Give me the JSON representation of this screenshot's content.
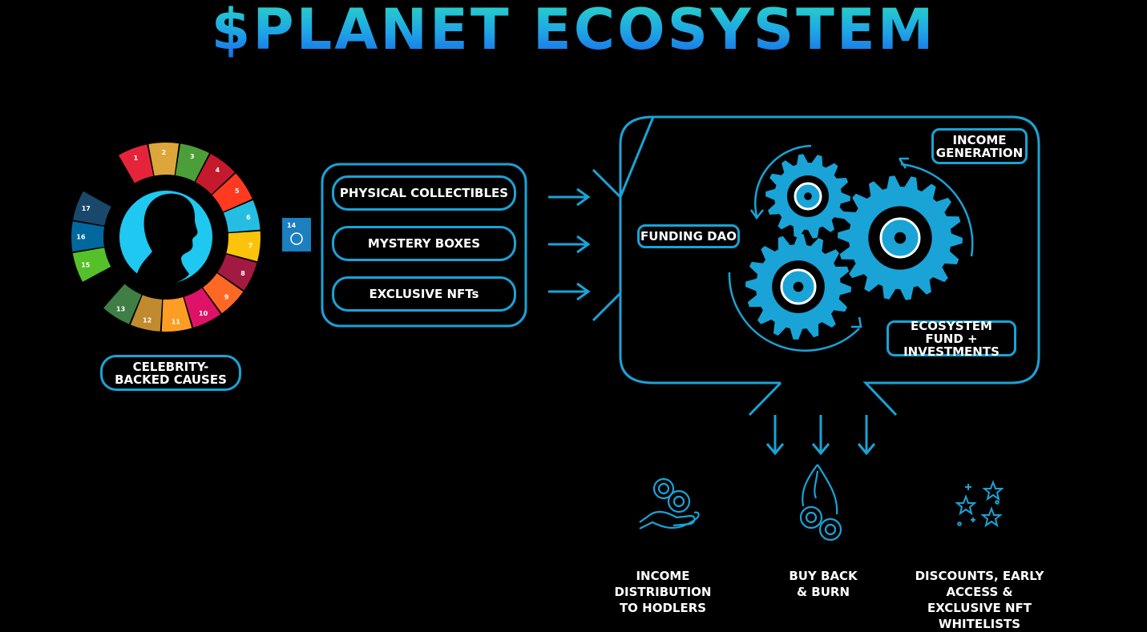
{
  "title": "$PLANET ECOSYSTEM",
  "causes_label": "CELEBRITY-BACKED CAUSES",
  "products": [
    "PHYSICAL COLLECTIBLES",
    "MYSTERY BOXES",
    "EXCLUSIVE NFTs"
  ],
  "funding_dao": "FUNDING DAO",
  "income_generation": "INCOME GENERATION",
  "ecosystem_fund": "ECOSYSTEM FUND + INVESTMENTS",
  "outcomes": [
    {
      "label": "INCOME DISTRIBUTION TO HODLERS",
      "icon": "hand-coins-icon"
    },
    {
      "label": "BUY BACK & BURN",
      "icon": "flame-coins-icon"
    },
    {
      "label": "DISCOUNTS, EARLY ACCESS & EXCLUSIVE NFT WHITELISTS",
      "icon": "stars-icon"
    }
  ],
  "sdg_numbers": [
    "1",
    "2",
    "3",
    "4",
    "5",
    "6",
    "7",
    "8",
    "9",
    "10",
    "11",
    "12",
    "13",
    "14",
    "15",
    "16",
    "17"
  ],
  "colors": {
    "accent": "#1aa3d6",
    "gear": "#1aa3d6",
    "title_top": "#29d6c5",
    "title_bottom": "#1a68e6",
    "background": "#000000"
  }
}
